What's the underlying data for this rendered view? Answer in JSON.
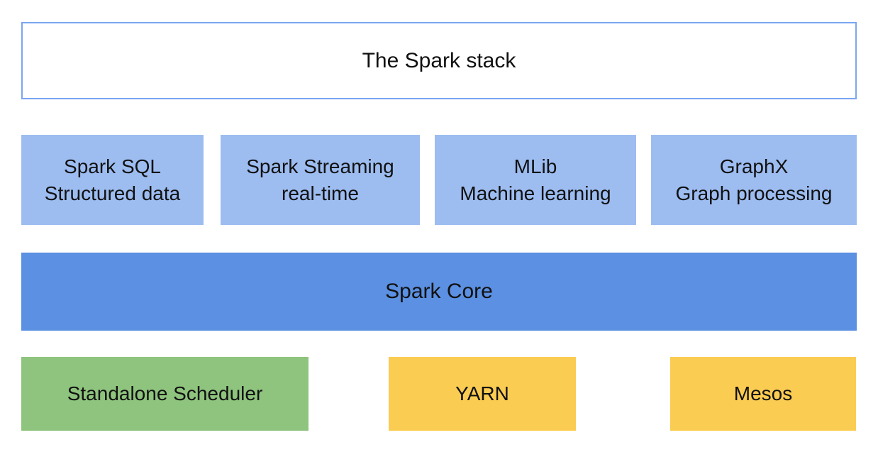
{
  "diagram": {
    "title": "The Spark stack",
    "components": [
      {
        "name": "Spark SQL",
        "subtitle": "Structured data"
      },
      {
        "name": "Spark Streaming",
        "subtitle": "real-time"
      },
      {
        "name": "MLib",
        "subtitle": "Machine learning"
      },
      {
        "name": "GraphX",
        "subtitle": "Graph processing"
      }
    ],
    "core": {
      "label": "Spark Core"
    },
    "cluster_managers": [
      {
        "label": "Standalone Scheduler"
      },
      {
        "label": "YARN"
      },
      {
        "label": "Mesos"
      }
    ],
    "colors": {
      "component_fill": "#9dbdf1",
      "core_fill": "#5b90e2",
      "standalone_fill": "#8ec47d",
      "yarn_mesos_fill": "#fbcc52",
      "title_border": "#7aa6f2",
      "text": "#111111",
      "background": "#ffffff"
    }
  }
}
